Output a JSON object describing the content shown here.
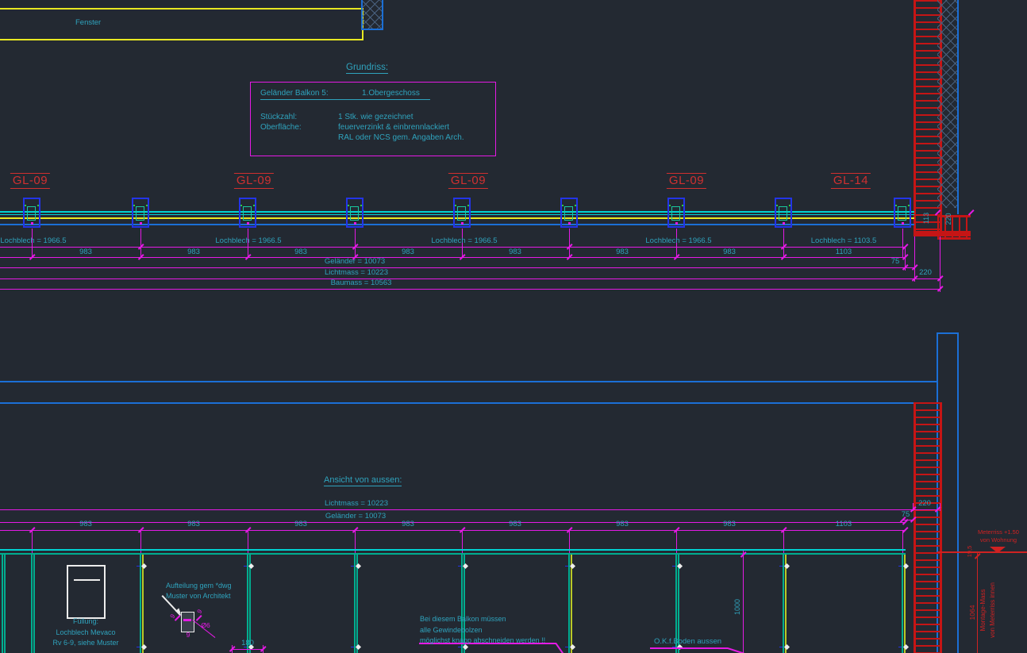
{
  "palette": {
    "background": "#232932",
    "magenta": "#e51ae5",
    "cyan_line": "#00d2d2",
    "teal_line": "#00ad8f",
    "yellow": "#e8e822",
    "blue": "#1b6fd6",
    "blue_bright": "#2334e8",
    "red": "#c51515",
    "red_text": "#cf2222",
    "cyan_text": "#2fa3bd",
    "white": "#ededed",
    "green": "#2ecc40",
    "yellow_green": "#b9c927"
  },
  "fenster_label": "Fenster",
  "plan": {
    "title": "Grundriss:",
    "info": {
      "name_label": "Geländer Balkon 5:",
      "floor_label": "1.Obergeschoss",
      "stueckzahl_label": "Stückzahl:",
      "stueckzahl_value": "1 Stk. wie gezeichnet",
      "oberflaeche_label": "Oberfläche:",
      "oberflaeche_value1": "feuerverzinkt & einbrennlackiert",
      "oberflaeche_value2": "RAL oder NCS gem. Angaben Arch."
    },
    "gl_labels": [
      "GL-09",
      "GL-09",
      "GL-09",
      "GL-09",
      "GL-14"
    ],
    "lochblech_dims": [
      "Lochblech = 1966.5",
      "Lochblech = 1966.5",
      "Lochblech = 1966.5",
      "Lochblech = 1966.5",
      "Lochblech = 1103.5"
    ],
    "bay_dims": [
      "983",
      "983",
      "983",
      "983",
      "983",
      "983",
      "983",
      "1103"
    ],
    "total_dims": [
      "Geländer = 10073",
      "Lichtmass = 10223",
      "Baumass = 10563"
    ],
    "d75": "75",
    "d220": "220",
    "d113": "113",
    "d220_col": "220"
  },
  "elevation": {
    "title": "Ansicht von aussen:",
    "lichtmass": "Lichtmass = 10223",
    "gelaender": "Geländer = 10073",
    "bay_dims": [
      "983",
      "983",
      "983",
      "983",
      "983",
      "983",
      "983",
      "1103"
    ],
    "d220": "220",
    "d75": "75",
    "fuellung": [
      "Füllung:",
      "Lochblech Mevaco",
      "Rv 6-9, siehe Muster"
    ],
    "aufteilung": [
      "Aufteilung gem *dwg",
      "Muster von Architekt"
    ],
    "balkon_note": [
      "Bei diesem Balkon müssen",
      "alle Gewindebolzen",
      "möglichst knapp abschneiden werden !!"
    ],
    "ok_boden": "O.K.f.Boden aussen",
    "d1000": "1000",
    "d180": "180",
    "d_bolt": "Ø6",
    "d9": "9",
    "meterriss": [
      "Meterriss +1.50",
      "von Wohnung"
    ],
    "d19_5": "19,5",
    "d1064": "1064",
    "montage": [
      "Montage-Mass",
      "von Meterriss innen"
    ]
  }
}
